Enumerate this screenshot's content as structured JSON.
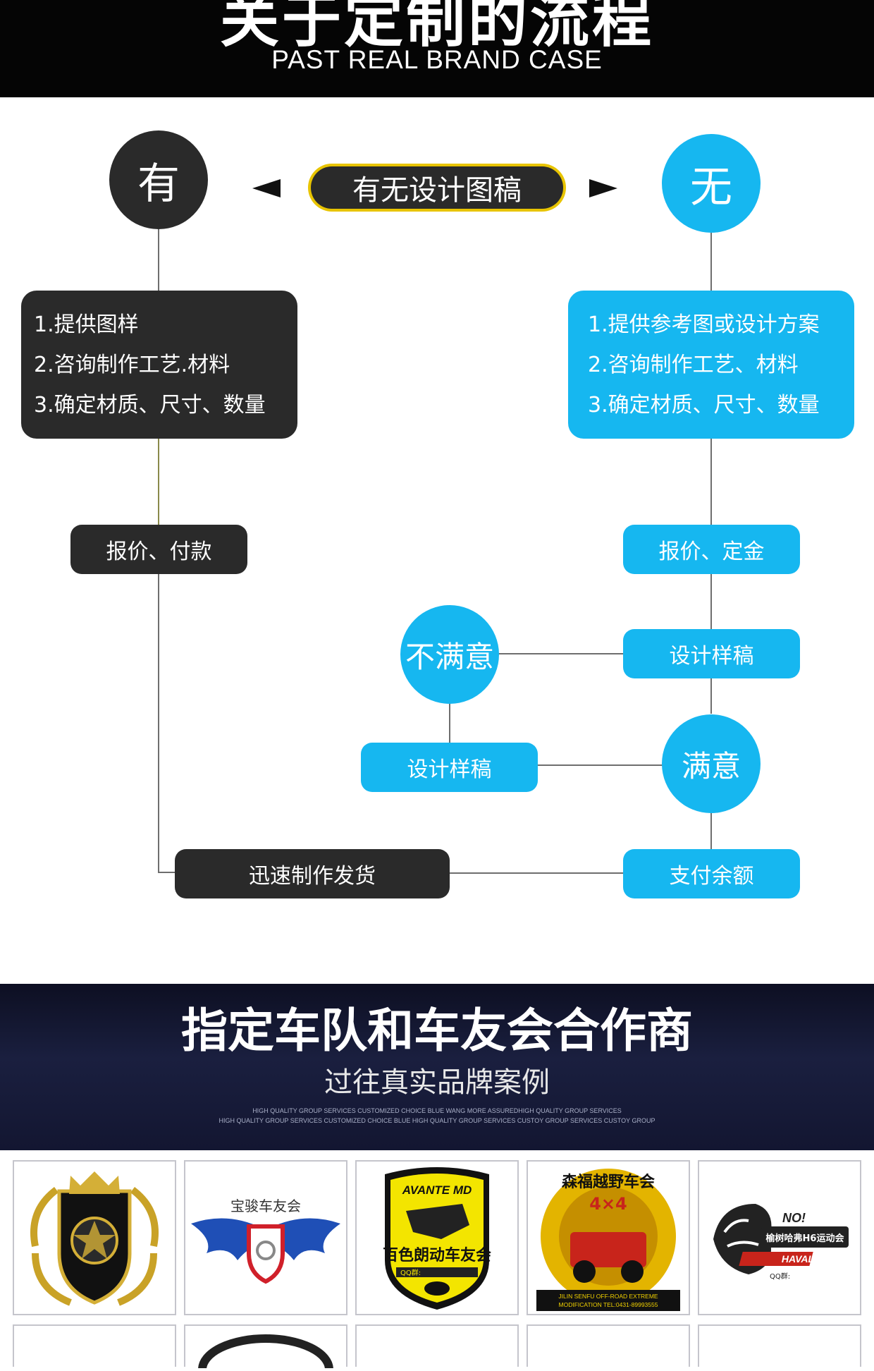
{
  "header": {
    "title": "关于定制的流程",
    "subtitle": "PAST REAL BRAND CASE"
  },
  "flow": {
    "question": "有无设计图稿",
    "yes": "有",
    "no": "无",
    "yes_steps": [
      "1.提供图样",
      "2.咨询制作工艺.材料",
      "3.确定材质、尺寸、数量"
    ],
    "no_steps": [
      "1.提供参考图或设计方案",
      "2.咨询制作工艺、材料",
      "3.确定材质、尺寸、数量"
    ],
    "yes_quote": "报价、付款",
    "no_quote": "报价、定金",
    "design_draft": "设计样稿",
    "unsatisfied": "不满意",
    "redesign": "设计样稿",
    "satisfied": "满意",
    "pay_balance": "支付余额",
    "ship": "迅速制作发货"
  },
  "partners": {
    "title": "指定车队和车友会合作商",
    "subtitle": "过往真实品牌案例",
    "fine_line_1": "HIGH QUALITY GROUP SERVICES CUSTOMIZED CHOICE BLUE WANG MORE ASSUREDHIGH QUALITY GROUP SERVICES",
    "fine_line_2": "HIGH QUALITY GROUP SERVICES CUSTOMIZED CHOICE BLUE HIGH QUALITY GROUP SERVICES CUSTOY GROUP SERVICES CUSTOY GROUP",
    "logos": [
      {
        "name": "land-rover-club-emblem"
      },
      {
        "name": "winged-car-club-emblem",
        "text": "宝骏车友会"
      },
      {
        "name": "avante-md-shield",
        "line1": "AVANTE MD",
        "line2": "百色朗动车友会",
        "line3": "QQ群:"
      },
      {
        "name": "jilin-offroad-badge",
        "line1": "森福越野车会",
        "line2": "4×4",
        "line3": "JILIN SENFU OFF-ROAD EXTREME",
        "line4": "MODIFICATION  TEL:0431-89993555"
      },
      {
        "name": "haval-h6-tiger-badge",
        "line1": "NO!",
        "line2": "榆树哈弗H6运动会",
        "line3": "HAVAL",
        "line4": "QQ群:"
      }
    ]
  },
  "colors": {
    "blue": "#16b7f0",
    "dark": "#2a2a2a",
    "gold": "#e8c400"
  }
}
